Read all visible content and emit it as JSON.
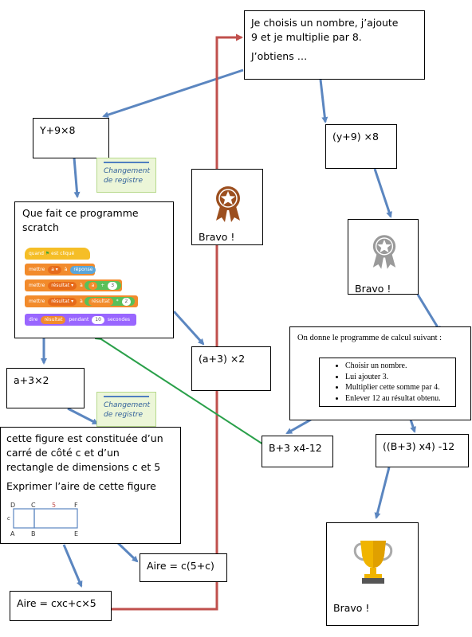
{
  "nodes": {
    "top": {
      "line1": "Je choisis un nombre, j’ajoute",
      "line2": "9 et je multiplie par 8.",
      "line3": "J’obtiens …"
    },
    "y_left": "Y+9×8",
    "y_right": "(y+9) ×8",
    "scratch_q": {
      "line1": "Que fait ce programme",
      "line2": "scratch"
    },
    "a_left": "a+3×2",
    "a_right": "(a+3) ×2",
    "figure": {
      "line1": "cette figure est constituée d’un",
      "line2": "carré de côté c et d’un",
      "line3": "rectangle de dimensions c et 5",
      "line4": "Exprimer l’aire de cette figure"
    },
    "aire_right": "Aire = c(5+c)",
    "aire_left": "Aire = cxc+c×5",
    "program": {
      "intro": "On donne le programme de calcul suivant :",
      "steps": [
        "Choisir un nombre.",
        "Lui ajouter 3.",
        "Multiplier cette somme par 4.",
        "Enlever 12 au résultat obtenu."
      ]
    },
    "b_left": "B+3 x4-12",
    "b_right": "((B+3) x4) -12"
  },
  "notes": {
    "change1": {
      "line1": "Changement",
      "line2": "de registre"
    },
    "change2": {
      "line1": "Changement",
      "line2": "de registre"
    }
  },
  "bravo": {
    "b1": "Bravo !",
    "b2": "Bravo !",
    "b3": "Bravo !"
  },
  "scratch_blocks": {
    "when": "quand",
    "clicked": "est cliqué",
    "set1": "mettre",
    "var_a": "a ▾",
    "to": "à",
    "answer": "réponse",
    "set2": "mettre",
    "var_res": "résultat ▾",
    "to2": "à",
    "a": "a",
    "plus": "+",
    "three": "3",
    "set3": "mettre",
    "var_res2": "résultat ▾",
    "to3": "à",
    "res": "résultat",
    "times": "*",
    "two": "2",
    "say": "dire",
    "res2": "résultat",
    "during": "pendant",
    "ten": "10",
    "seconds": "secondes"
  },
  "figure_labels": {
    "D": "D",
    "C": "C",
    "F": "F",
    "A": "A",
    "B": "B",
    "E": "E",
    "five": "5",
    "c": "c"
  },
  "colors": {
    "blue_arrow": "#5b86c0",
    "red_arrow": "#c0504d",
    "green_arrow": "#2aa04a",
    "bronze": "#9c4f1f",
    "silver": "#9a9a9a",
    "gold": "#f0b400"
  }
}
